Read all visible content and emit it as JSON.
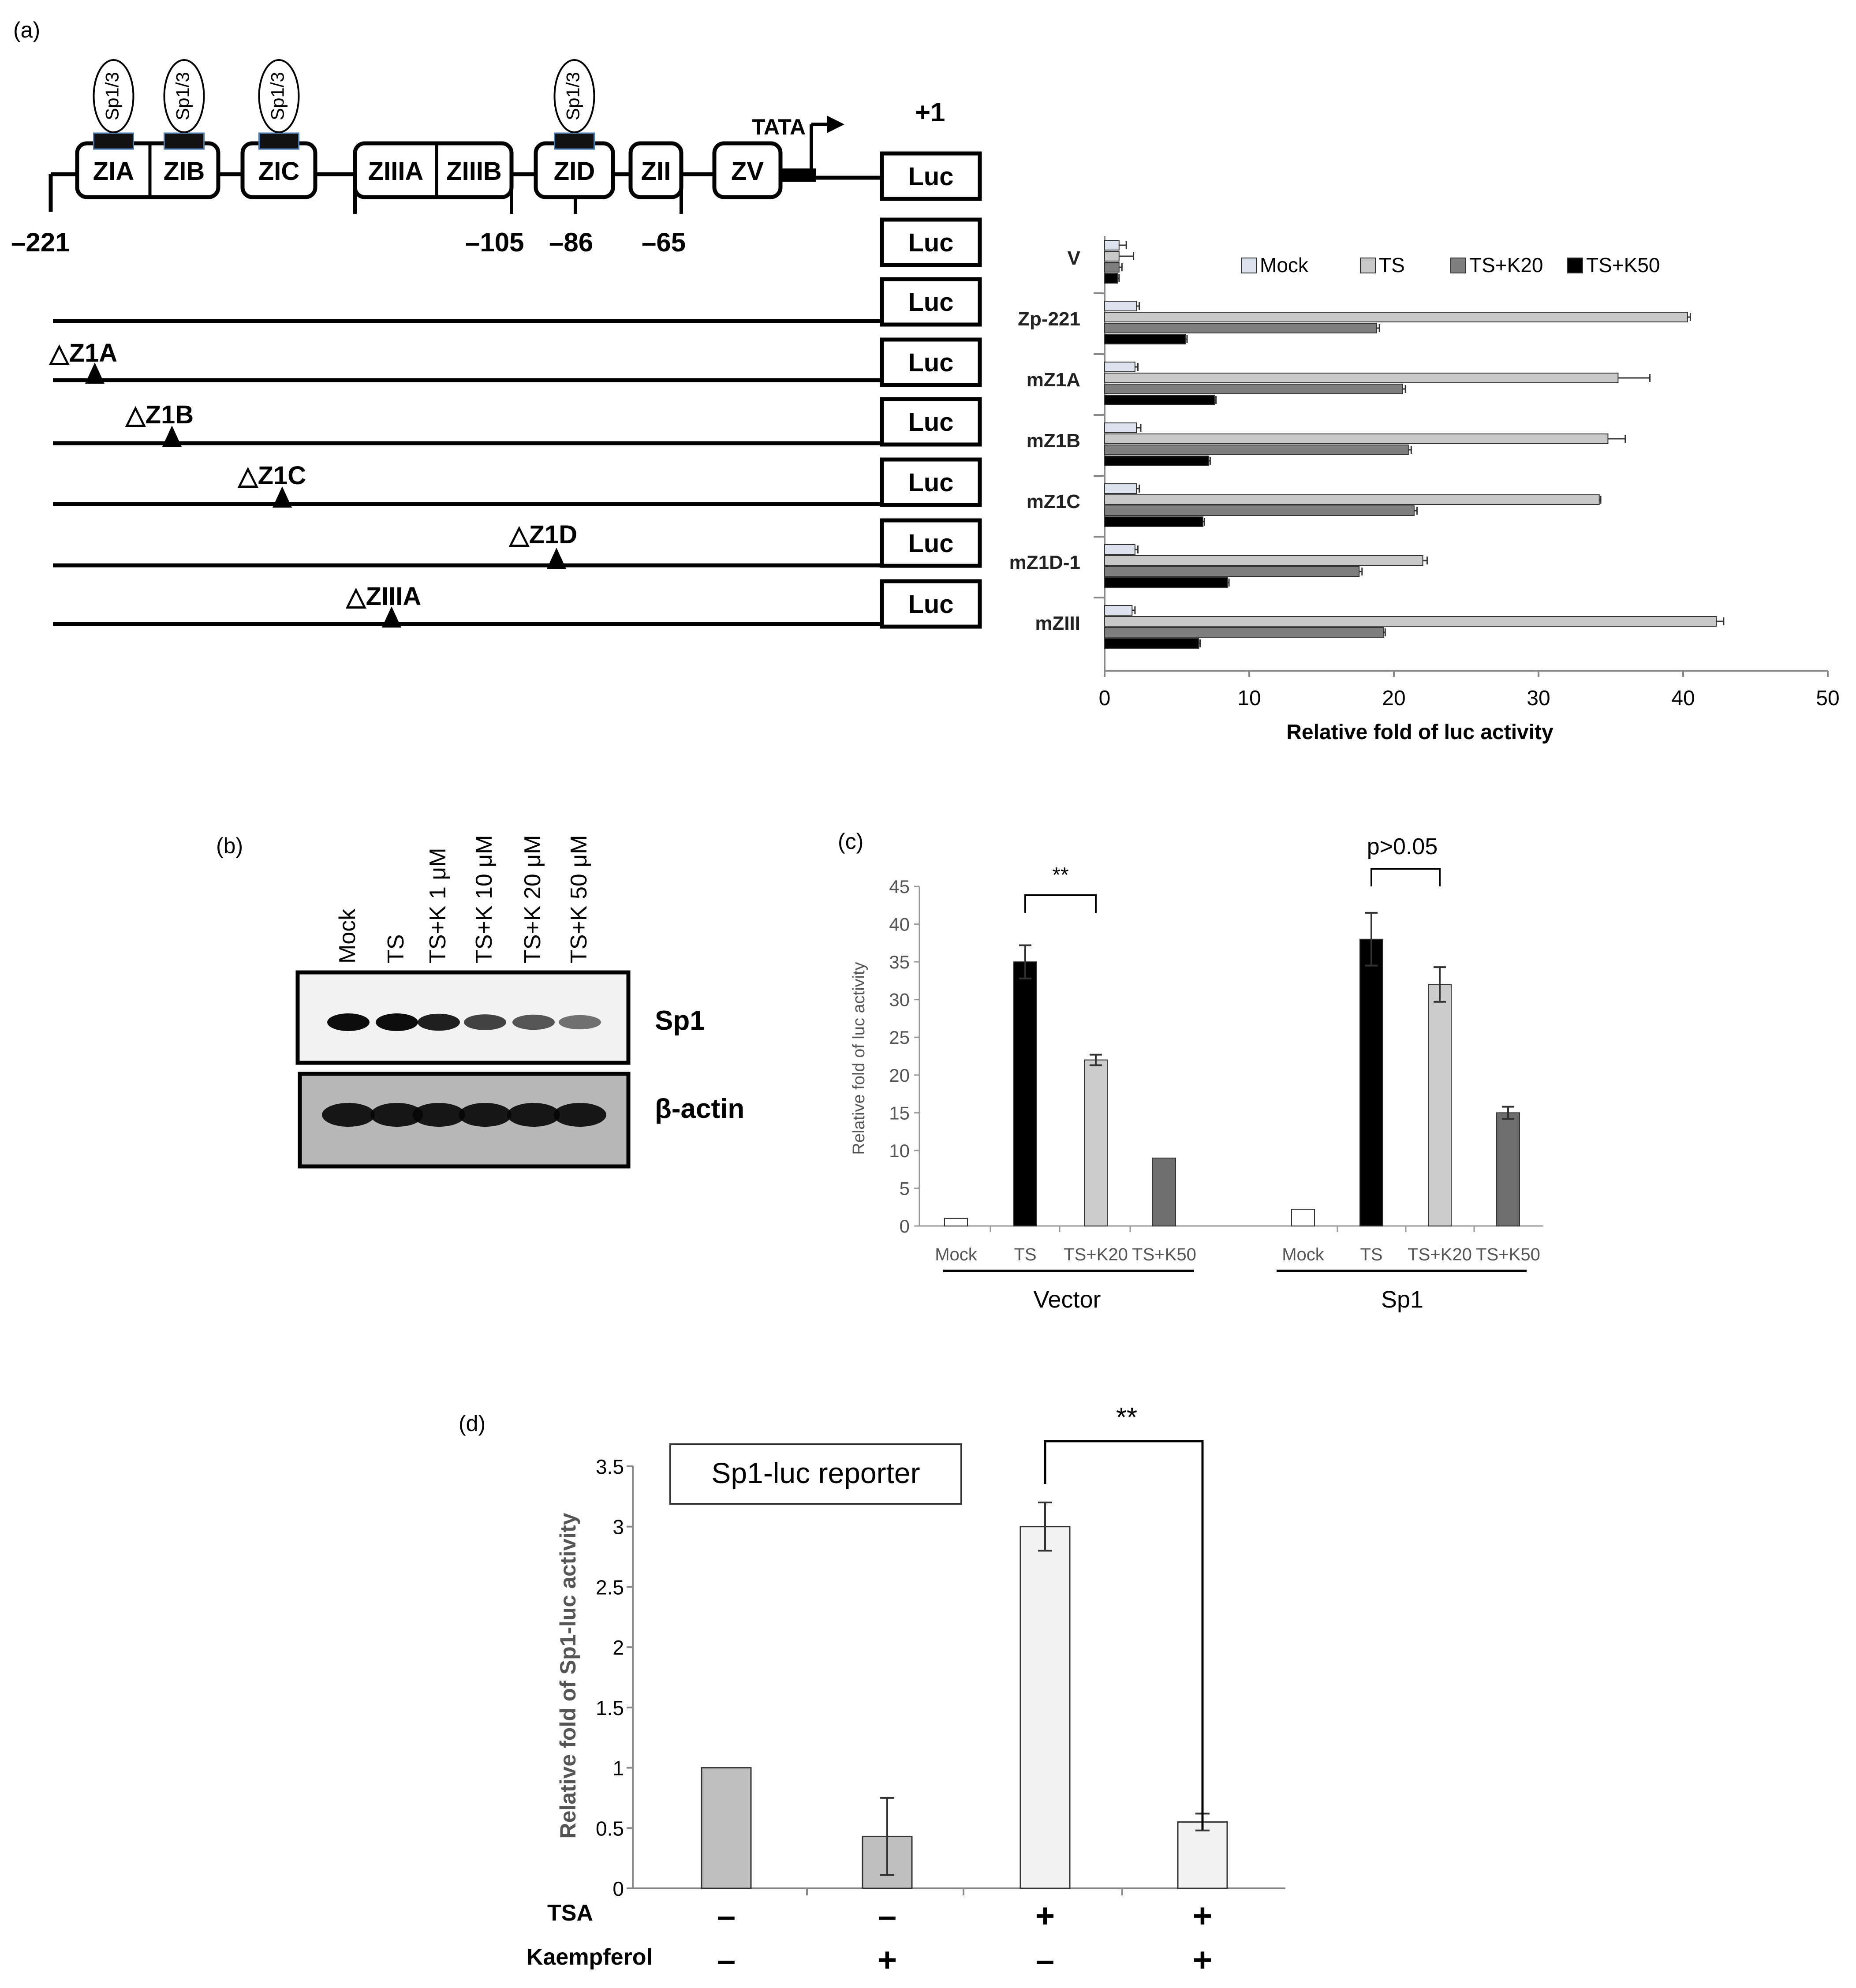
{
  "panel_labels": {
    "a": "(a)",
    "b": "(b)",
    "c": "(c)",
    "d": "(d)"
  },
  "promoter": {
    "boxes": [
      "ZIA",
      "ZIB",
      "ZIC",
      "ZIIIA",
      "ZIIIB",
      "ZID",
      "ZII",
      "ZV"
    ],
    "sp_label": "Sp1/3",
    "tata": "TATA",
    "plus_one": "+1",
    "luc": "Luc",
    "positions": [
      "–221",
      "–105",
      "–86",
      "–65"
    ]
  },
  "constructs": {
    "mutations": [
      "△Z1A",
      "△Z1B",
      "△Z1C",
      "△Z1D",
      "△ZIIIA"
    ]
  },
  "chart_data": [
    {
      "type": "bar",
      "orientation": "horizontal",
      "categories": [
        "V",
        "Zp-221",
        "mZ1A",
        "mZ1B",
        "mZ1C",
        "mZ1D-1",
        "mZIII"
      ],
      "series": [
        {
          "name": "Mock",
          "color": "#dce3ee",
          "values": [
            1.0,
            2.2,
            2.1,
            2.2,
            2.2,
            2.1,
            1.9
          ],
          "errors": [
            0.5,
            0.2,
            0.2,
            0.3,
            0.2,
            0.2,
            0.2
          ]
        },
        {
          "name": "TS",
          "color": "#c8c8c8",
          "values": [
            1.0,
            40.3,
            35.5,
            34.8,
            34.2,
            22.0,
            42.3
          ],
          "errors": [
            1.0,
            0.2,
            2.2,
            1.2,
            0.1,
            0.3,
            0.5
          ]
        },
        {
          "name": "TS+K20",
          "color": "#7f7f7f",
          "values": [
            1.0,
            18.8,
            20.6,
            21.0,
            21.4,
            17.6,
            19.3
          ],
          "errors": [
            0.2,
            0.2,
            0.2,
            0.2,
            0.2,
            0.2,
            0.1
          ]
        },
        {
          "name": "TS+K50",
          "color": "#000000",
          "values": [
            0.9,
            5.6,
            7.6,
            7.2,
            6.8,
            8.5,
            6.5
          ],
          "errors": [
            0.1,
            0.1,
            0.1,
            0.1,
            0.1,
            0.1,
            0.1
          ]
        }
      ],
      "xlabel": "Relative fold of luc activity",
      "xlim": [
        0,
        50
      ],
      "xticks": [
        0,
        10,
        20,
        30,
        40,
        50
      ],
      "legend": "top"
    },
    {
      "type": "bar",
      "groups": [
        "Vector",
        "Sp1"
      ],
      "categories": [
        "Mock",
        "TS",
        "TS+K20",
        "TS+K50"
      ],
      "series": [
        {
          "name": "Vector",
          "values": [
            1.0,
            35.0,
            22.0,
            9.0
          ],
          "errors": [
            0.0,
            2.2,
            0.7,
            0.0
          ]
        },
        {
          "name": "Sp1",
          "values": [
            2.2,
            38.0,
            32.0,
            15.0
          ],
          "errors": [
            0.0,
            3.5,
            2.3,
            0.8
          ]
        }
      ],
      "colors": [
        "#ffffff",
        "#000000",
        "#cccccc",
        "#6e6e6e"
      ],
      "ylabel": "Relative fold of luc activity",
      "ylim": [
        0,
        45
      ],
      "yticks": [
        0,
        5,
        10,
        15,
        20,
        25,
        30,
        35,
        40,
        45
      ],
      "annotations": [
        "**",
        "p>0.05"
      ]
    },
    {
      "type": "bar",
      "title": "Sp1-luc reporter",
      "values": [
        1.0,
        0.43,
        3.0,
        0.55
      ],
      "errors": [
        0.0,
        0.32,
        0.2,
        0.07
      ],
      "colors": [
        "#bfbfbf",
        "#bfbfbf",
        "#f2f2f2",
        "#f2f2f2"
      ],
      "tsa": [
        "–",
        "–",
        "+",
        "+"
      ],
      "kaempferol": [
        "–",
        "+",
        "–",
        "+"
      ],
      "row_labels": {
        "tsa": "TSA",
        "kaempferol": "Kaempferol"
      },
      "ylabel": "Relative fold of Sp1-luc activity",
      "ylim": [
        0,
        3.5
      ],
      "yticks": [
        "0",
        "0.5",
        "1",
        "1.5",
        "2",
        "2.5",
        "3",
        "3.5"
      ],
      "annotation": "**"
    }
  ],
  "blot": {
    "lanes": [
      "Mock",
      "TS",
      "TS+K 1 μM",
      "TS+K 10 μM",
      "TS+K 20 μM",
      "TS+K 50 μM"
    ],
    "proteins": [
      "Sp1",
      "β-actin"
    ],
    "sp1_intensity": [
      1.0,
      1.0,
      0.9,
      0.7,
      0.6,
      0.45
    ],
    "actin_intensity": [
      1.0,
      1.0,
      1.0,
      1.0,
      1.0,
      1.0
    ]
  }
}
